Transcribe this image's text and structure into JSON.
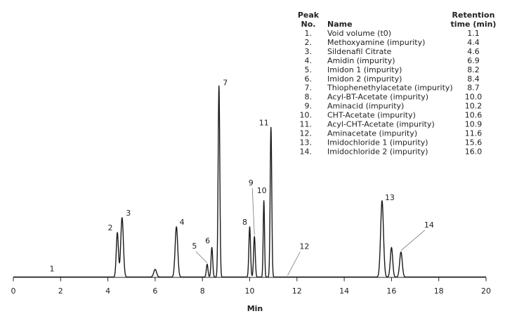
{
  "chart_data": {
    "type": "line",
    "xlabel": "Min",
    "ylabel": "",
    "xlim": [
      0,
      20
    ],
    "ylim": [
      0,
      100
    ],
    "x_ticks": [
      0,
      2,
      4,
      6,
      8,
      10,
      12,
      14,
      16,
      18,
      20
    ],
    "grid": false,
    "legend": "none",
    "line_color": "#1a1a1a",
    "peaks": [
      {
        "label": "1",
        "rt": 1.1,
        "height": 0,
        "width": 0.05
      },
      {
        "label": "2",
        "rt": 4.4,
        "height": 21.5,
        "width": 0.045
      },
      {
        "label": "3",
        "rt": 4.6,
        "height": 28.7,
        "width": 0.055
      },
      {
        "label": "",
        "rt": 6.0,
        "height": 3.7,
        "width": 0.06
      },
      {
        "label": "4",
        "rt": 6.9,
        "height": 24.3,
        "width": 0.055
      },
      {
        "label": "5",
        "rt": 8.2,
        "height": 6.2,
        "width": 0.035
      },
      {
        "label": "6",
        "rt": 8.4,
        "height": 14.3,
        "width": 0.035
      },
      {
        "label": "7",
        "rt": 8.7,
        "height": 92.4,
        "width": 0.035
      },
      {
        "label": "8",
        "rt": 10.0,
        "height": 24.3,
        "width": 0.035
      },
      {
        "label": "9",
        "rt": 10.2,
        "height": 19.6,
        "width": 0.035
      },
      {
        "label": "10",
        "rt": 10.6,
        "height": 36.9,
        "width": 0.028
      },
      {
        "label": "11",
        "rt": 10.9,
        "height": 72.4,
        "width": 0.033
      },
      {
        "label": "12",
        "rt": 11.6,
        "height": 0,
        "width": 0.05
      },
      {
        "label": "13",
        "rt": 15.6,
        "height": 36.9,
        "width": 0.06
      },
      {
        "label": "",
        "rt": 16.0,
        "height": 14.3,
        "width": 0.05
      },
      {
        "label": "14",
        "rt": 16.4,
        "height": 12.1,
        "width": 0.055
      }
    ],
    "table": {
      "headers": {
        "peak_no": [
          "Peak",
          "No."
        ],
        "name": "Name",
        "rt": [
          "Retention",
          "time (min)"
        ]
      },
      "rows": [
        {
          "no": "1.",
          "name": "Void volume (t0)",
          "rt": "1.1"
        },
        {
          "no": "2.",
          "name": "Methoxyamine (impurity)",
          "rt": "4.4"
        },
        {
          "no": "3.",
          "name": "Sildenafil Citrate",
          "rt": "4.6"
        },
        {
          "no": "4.",
          "name": "Amidin (impurity)",
          "rt": "6.9"
        },
        {
          "no": "5.",
          "name": "Imidon 1 (impurity)",
          "rt": "8.2"
        },
        {
          "no": "6.",
          "name": "Imidon 2 (impurity)",
          "rt": "8.4"
        },
        {
          "no": "7.",
          "name": "Thiophenethylacetate (impurity)",
          "rt": "8.7"
        },
        {
          "no": "8.",
          "name": "Acyl-BT-Acetate (impurity)",
          "rt": "10.0"
        },
        {
          "no": "9.",
          "name": "Aminacid (impurity)",
          "rt": "10.2"
        },
        {
          "no": "10.",
          "name": "CHT-Acetate (impurity)",
          "rt": "10.6"
        },
        {
          "no": "11.",
          "name": "Acyl-CHT-Acetate (impurity)",
          "rt": "10.9"
        },
        {
          "no": "12.",
          "name": "Aminacetate (impurity)",
          "rt": "11.6"
        },
        {
          "no": "13.",
          "name": "Imidochloride 1 (impurity)",
          "rt": "15.6"
        },
        {
          "no": "14.",
          "name": "Imidochloride 2 (impurity)",
          "rt": "16.0"
        }
      ]
    }
  }
}
